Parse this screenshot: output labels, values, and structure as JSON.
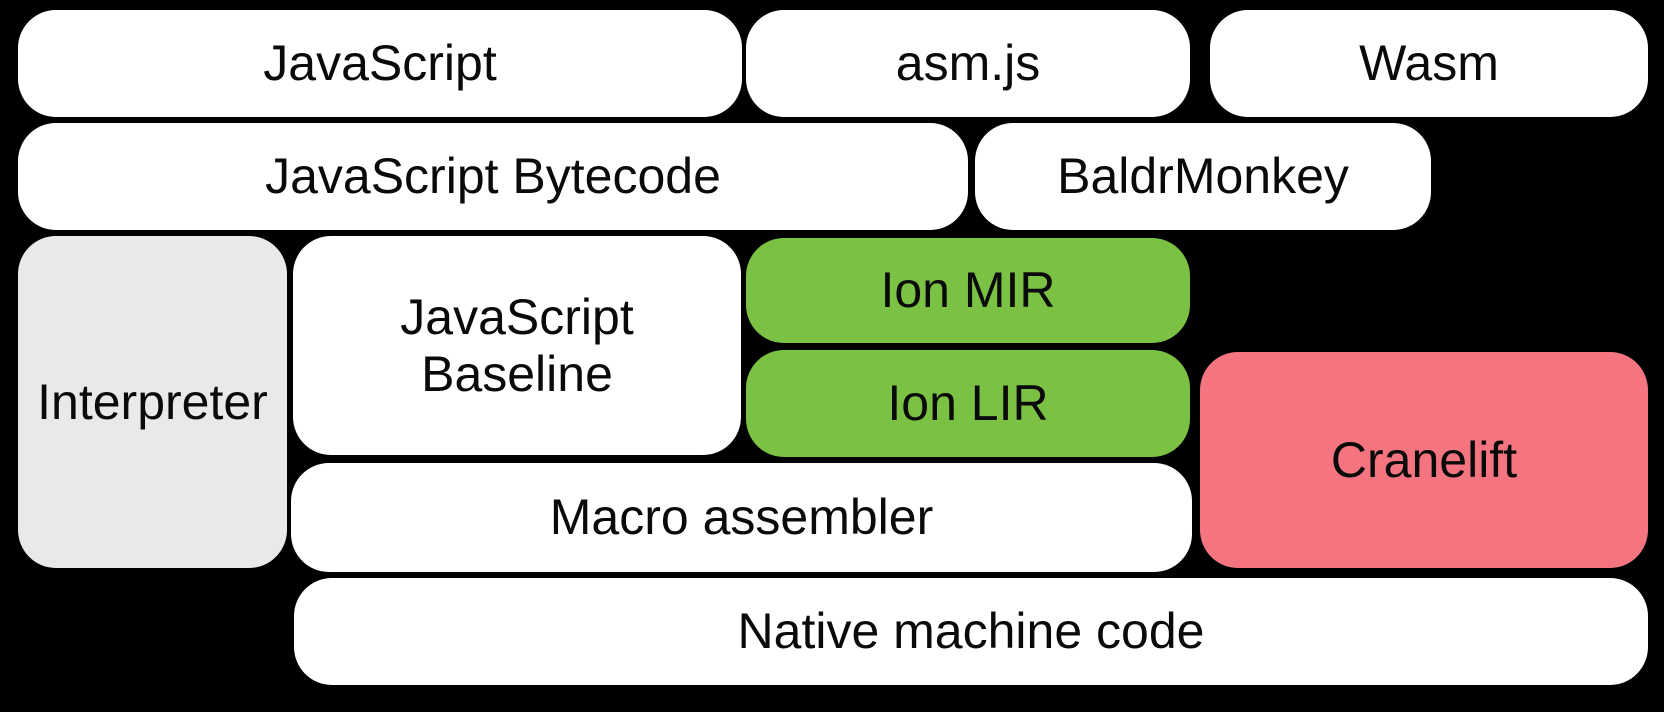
{
  "diagram": {
    "background": "#000000",
    "colors": {
      "white": "#ffffff",
      "gray": "#e9e9e9",
      "green": "#7bc143",
      "pink": "#f4757f",
      "text": "#0a0a0a"
    },
    "blocks": [
      {
        "id": "javascript",
        "label": "JavaScript",
        "fill": "white"
      },
      {
        "id": "asmjs",
        "label": "asm.js",
        "fill": "white"
      },
      {
        "id": "wasm",
        "label": "Wasm",
        "fill": "white"
      },
      {
        "id": "javascript-bytecode",
        "label": "JavaScript Bytecode",
        "fill": "white"
      },
      {
        "id": "baldrmonkey",
        "label": "BaldrMonkey",
        "fill": "white"
      },
      {
        "id": "interpreter",
        "label": "Interpreter",
        "fill": "gray"
      },
      {
        "id": "javascript-baseline",
        "label": "JavaScript\nBaseline",
        "fill": "white"
      },
      {
        "id": "ion-mir",
        "label": "Ion MIR",
        "fill": "green"
      },
      {
        "id": "ion-lir",
        "label": "Ion LIR",
        "fill": "green"
      },
      {
        "id": "cranelift",
        "label": "Cranelift",
        "fill": "pink"
      },
      {
        "id": "macro-assembler",
        "label": "Macro assembler",
        "fill": "white"
      },
      {
        "id": "native-machine-code",
        "label": "Native machine code",
        "fill": "white"
      }
    ]
  }
}
